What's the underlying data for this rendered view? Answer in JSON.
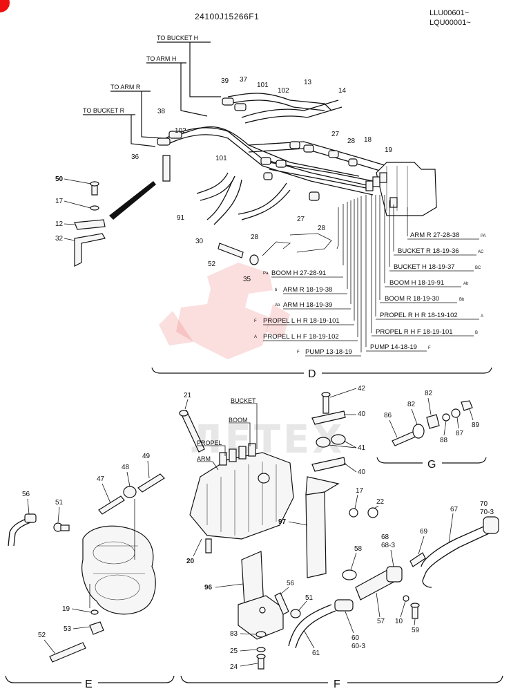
{
  "header": {
    "drawing_number": "24100J15266F1",
    "serial_line_1": "LLU00601~",
    "serial_line_2": "LQU00001~"
  },
  "watermark": {
    "text": "ЛЕТЕХ"
  },
  "section_d": {
    "label": "D",
    "destinations": [
      "TO BUCKET  H",
      "TO ARM  H",
      "TO ARM  R",
      "TO BUCKET  R"
    ],
    "callouts": [
      "39",
      "37",
      "101",
      "102",
      "13",
      "14",
      "38",
      "102",
      "36",
      "101",
      "27",
      "28",
      "18",
      "19",
      "50",
      "17",
      "12",
      "32",
      "91",
      "30",
      "27",
      "28",
      "28",
      "52",
      "35"
    ],
    "left_labels": [
      {
        "prefix": "Pa",
        "text": "BOOM H  27-28-91"
      },
      {
        "prefix": "b",
        "text": "ARM R  18-19-38"
      },
      {
        "prefix": "Ab",
        "text": "ARM H  18-19-39"
      },
      {
        "prefix": "F",
        "text": "PROPEL L H  R 18-19-101"
      },
      {
        "prefix": "A",
        "text": "PROPEL L H  F 18-19-102"
      },
      {
        "prefix": "F",
        "text": "PUMP 13-18-19"
      }
    ],
    "right_labels": [
      {
        "text": "ARM R  27-28-38",
        "suffix": "PA"
      },
      {
        "text": "BUCKET R  18-19-36",
        "suffix": "AC"
      },
      {
        "text": "BUCKET H  18-19-37",
        "suffix": "BC"
      },
      {
        "text": "BOOM H  18-19-91",
        "suffix": "Ab"
      },
      {
        "text": "BOOM R  18-19-30",
        "suffix": "Bb"
      },
      {
        "text": "PROPEL R H  R 18-19-102",
        "suffix": "A"
      },
      {
        "text": "PROPEL R H  F 18-19-101",
        "suffix": "B"
      },
      {
        "text": "PUMP 14-18-19",
        "suffix": "F"
      }
    ]
  },
  "section_e": {
    "label": "E",
    "callouts": [
      "56",
      "51",
      "47",
      "48",
      "49",
      "19",
      "53",
      "52"
    ]
  },
  "section_f": {
    "label": "F",
    "valve_labels": [
      "BUCKET",
      "BOOM",
      "PROPEL",
      "ARM"
    ],
    "callouts": [
      "21",
      "42",
      "40",
      "41",
      "40",
      "17",
      "22",
      "97",
      "20",
      "58",
      "67",
      "68",
      "68-3",
      "69",
      "70",
      "70-3",
      "96",
      "56",
      "51",
      "57",
      "10",
      "59",
      "83",
      "25",
      "24",
      "60",
      "60-3",
      "61"
    ]
  },
  "section_g": {
    "label": "G",
    "callouts": [
      "82",
      "82",
      "86",
      "88",
      "87",
      "89"
    ]
  }
}
